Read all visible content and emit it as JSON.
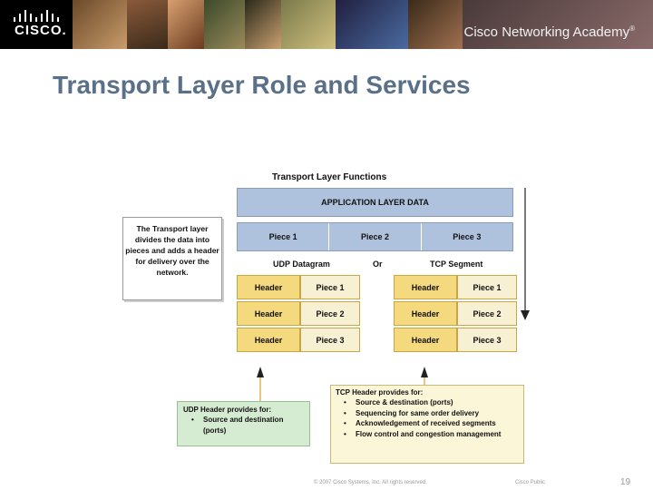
{
  "header": {
    "brand": "CISCO.",
    "academy_label": "Cisco Networking Academy",
    "academy_mark": "®"
  },
  "slide": {
    "title": "Transport Layer Role and Services"
  },
  "figure": {
    "title": "Transport Layer Functions",
    "app_data_label": "APPLICATION LAYER DATA",
    "pieces": [
      "Piece 1",
      "Piece 2",
      "Piece 3"
    ],
    "udp_label": "UDP Datagram",
    "or_label": "Or",
    "tcp_label": "TCP Segment",
    "header_label": "Header",
    "segments": [
      "Piece 1",
      "Piece 2",
      "Piece 3"
    ],
    "callout": "The Transport layer divides the data into pieces and adds a header for delivery over the network.",
    "udp_box": {
      "title": "UDP Header provides for:",
      "items": [
        "Source and destination (ports)"
      ]
    },
    "tcp_box": {
      "title": "TCP Header provides for:",
      "items": [
        "Source & destination (ports)",
        "Sequencing for same order delivery",
        "Acknowledgement of received segments",
        "Flow control and congestion management"
      ]
    }
  },
  "footer": {
    "copyright": "© 2007 Cisco Systems, Inc. All rights reserved.",
    "classification": "Cisco Public",
    "page_number": "19"
  },
  "colors": {
    "title": "#5a7089",
    "blue_block": "#aec2de",
    "header_gold": "#f5d97e",
    "piece_cream": "#f8f0d2",
    "udp_green": "#d6ecd2",
    "tcp_cream": "#fcf6d8",
    "arrow_orange": "#e8a53a"
  }
}
